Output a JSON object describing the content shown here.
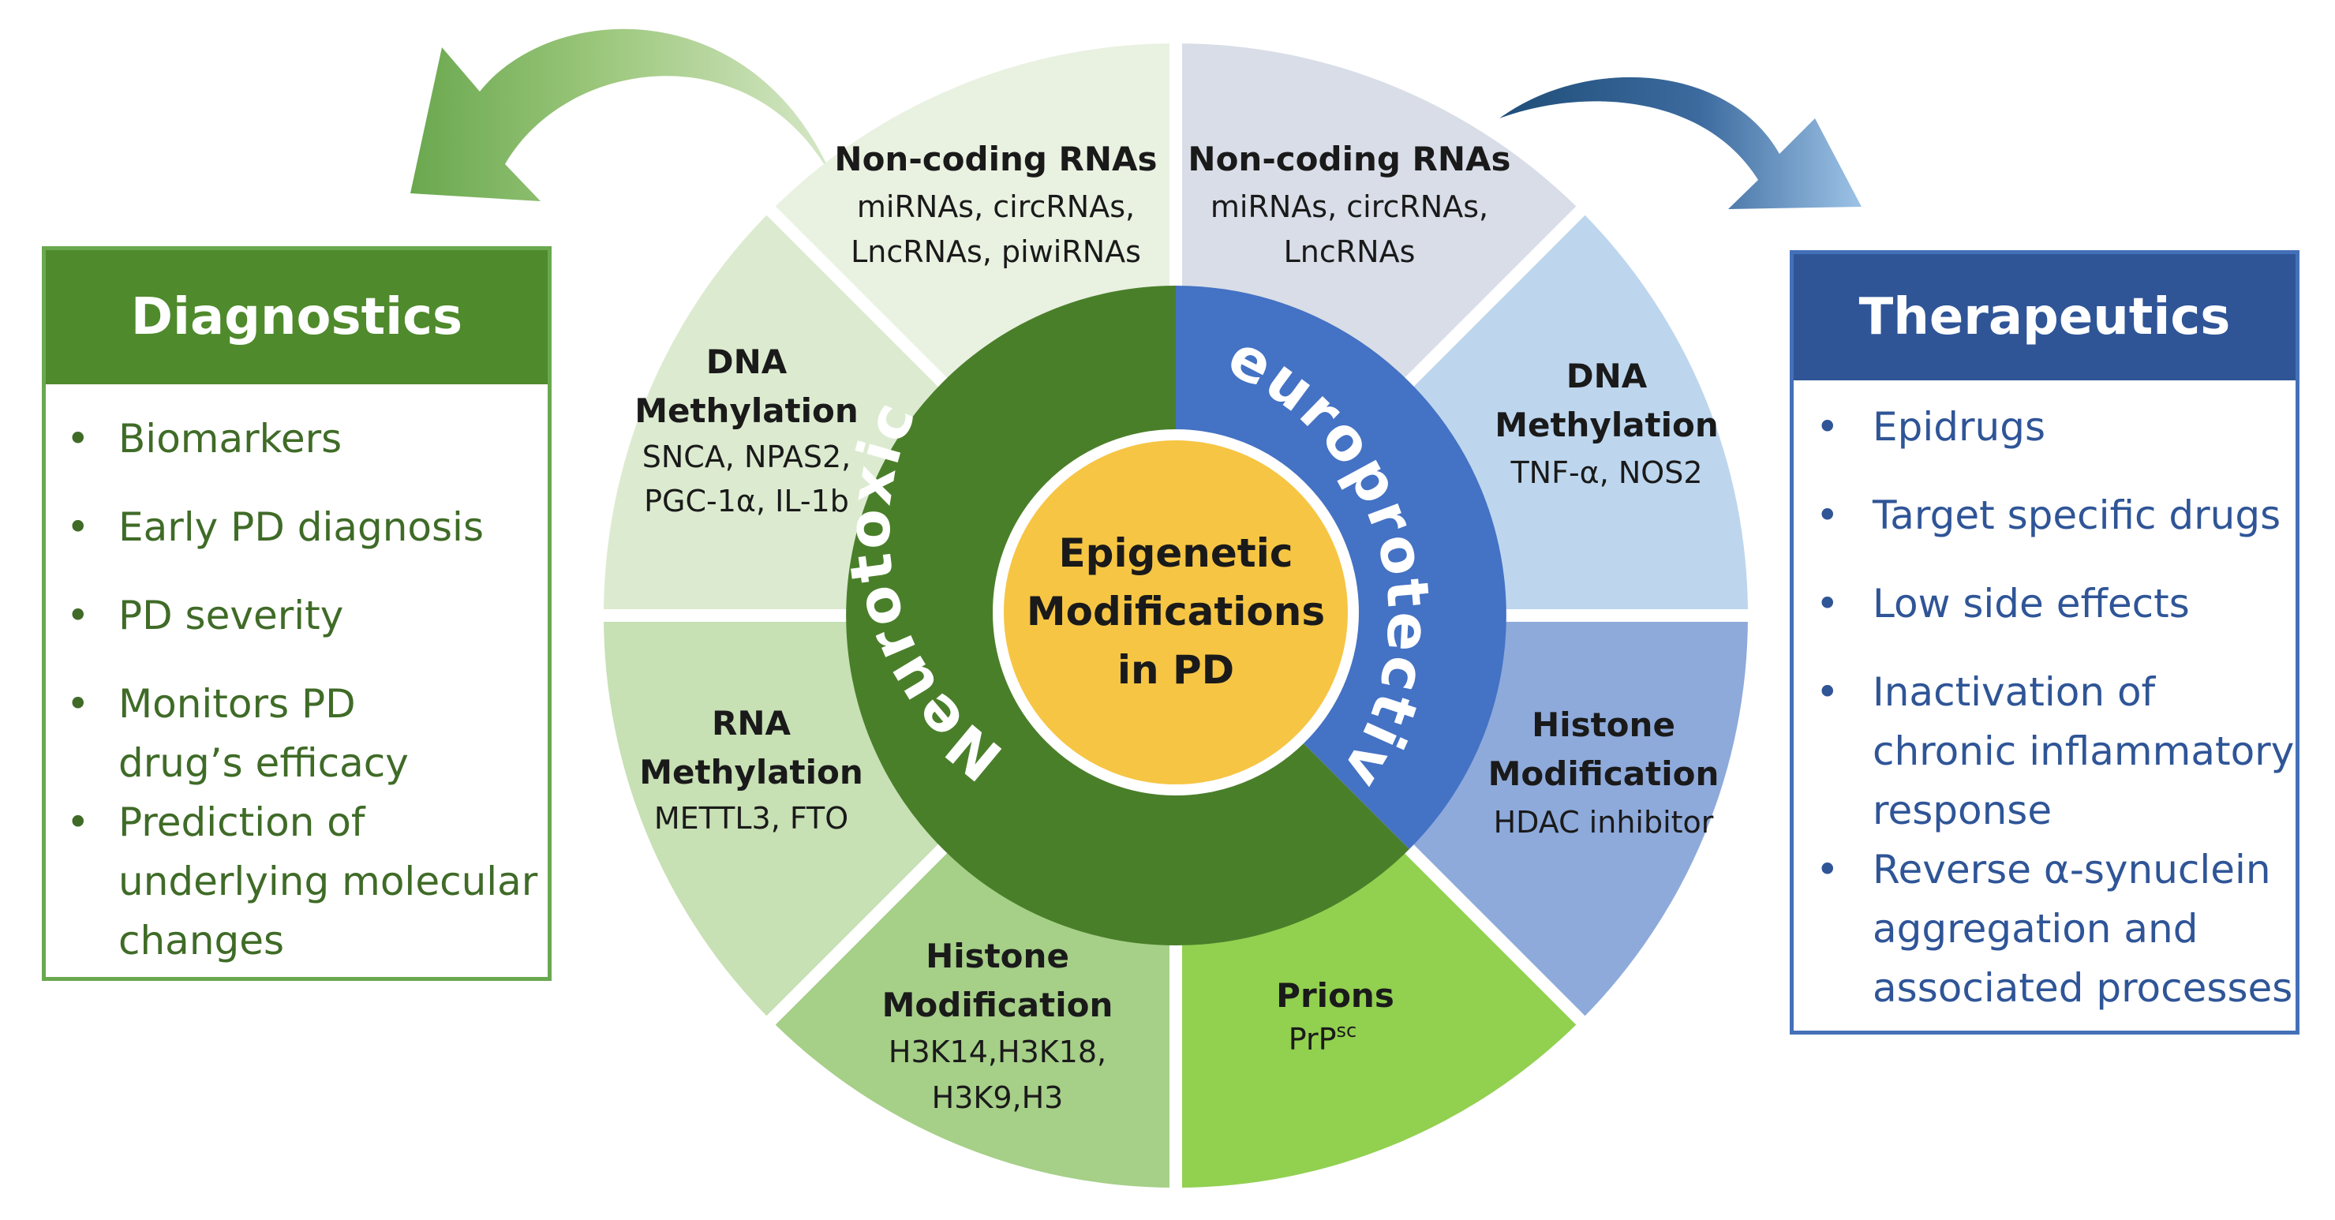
{
  "center": {
    "line1": "Epigenetic",
    "line2": "Modifications",
    "line3": "in PD"
  },
  "ring": {
    "left_label": "Neurotoxic",
    "right_label": "Neuroprotective"
  },
  "segments": {
    "ncrna_left": {
      "title": "Non-coding RNAs",
      "lines": [
        "miRNAs, circRNAs,",
        "LncRNAs, piwiRNAs"
      ]
    },
    "dna_left": {
      "title_lines": [
        "DNA",
        "Methylation"
      ],
      "lines": [
        "SNCA, NPAS2,",
        "PGC-1α, IL-1b"
      ]
    },
    "rna_left": {
      "title_lines": [
        "RNA",
        "Methylation"
      ],
      "lines": [
        "METTL3, FTO"
      ]
    },
    "histone_left": {
      "title_lines": [
        "Histone",
        "Modification"
      ],
      "lines": [
        "H3K14,H3K18,",
        "H3K9,H3"
      ]
    },
    "ncrna_right": {
      "title": "Non-coding RNAs",
      "lines": [
        "miRNAs, circRNAs,",
        "LncRNAs"
      ]
    },
    "dna_right": {
      "title_lines": [
        "DNA",
        "Methylation"
      ],
      "lines": [
        "TNF-α, NOS2"
      ]
    },
    "histone_right": {
      "title_lines": [
        "Histone",
        "Modification"
      ],
      "lines": [
        "HDAC inhibitor"
      ]
    },
    "prions": {
      "title": "Prions",
      "body_main": "PrP",
      "body_sup": "sc"
    }
  },
  "diagnostics": {
    "title": "Diagnostics",
    "items": [
      {
        "lines": [
          "Biomarkers"
        ]
      },
      {
        "lines": [
          "Early PD diagnosis"
        ]
      },
      {
        "lines": [
          "PD severity"
        ]
      },
      {
        "lines": [
          "Monitors PD",
          "drug’s efficacy"
        ]
      },
      {
        "lines": [
          "Prediction of",
          "underlying molecular",
          "changes"
        ]
      }
    ]
  },
  "therapeutics": {
    "title": "Therapeutics",
    "items": [
      {
        "lines": [
          "Epidrugs"
        ]
      },
      {
        "lines": [
          "Target specific drugs"
        ]
      },
      {
        "lines": [
          "Low side effects"
        ]
      },
      {
        "lines": [
          "Inactivation of",
          "chronic inflammatory",
          "response"
        ]
      },
      {
        "lines": [
          "Reverse α-synuclein",
          "aggregation and",
          "associated processes"
        ]
      }
    ]
  },
  "colors": {
    "ncrna_left": "#e9f1e1",
    "dna_left": "#dcebd0",
    "rna_left": "#c7e0b4",
    "histone_left": "#a6cf88",
    "ncrna_right": "#d8dde7",
    "dna_right": "#bdd6ee",
    "histone_right": "#8eaadb",
    "prions": "#92d050",
    "ring_left": "#4a7f2a",
    "ring_right": "#4472c4",
    "center": "#f6c544",
    "center_border": "#ffffff",
    "arrow_left": "#8fbc6d",
    "arrow_right": "#3c6a9e"
  }
}
